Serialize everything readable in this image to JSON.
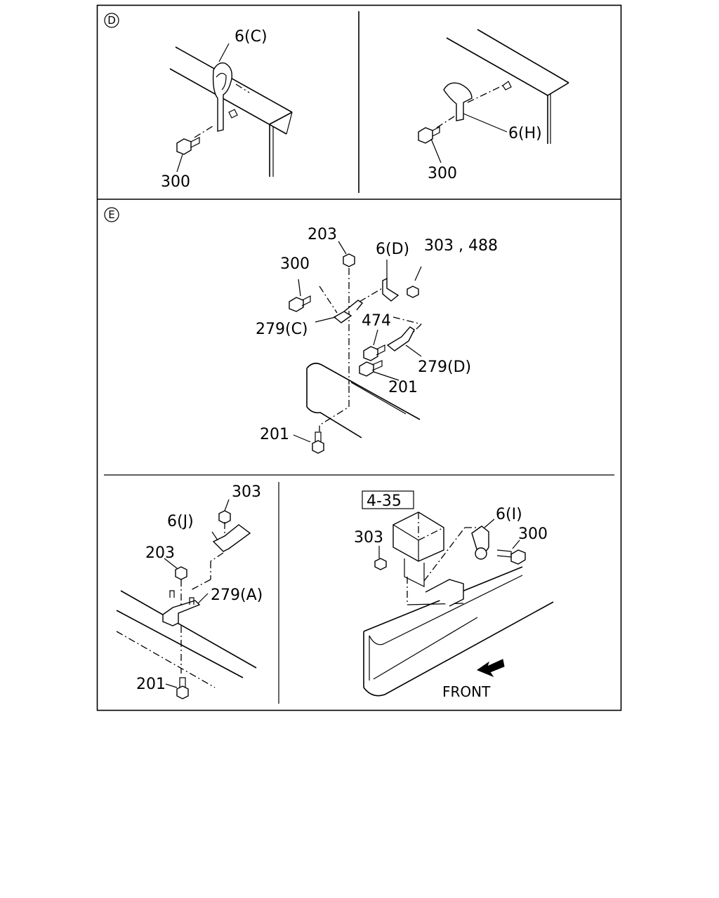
{
  "sections": {
    "d": {
      "marker": "D",
      "labels": {
        "bracket_c": "6(C)",
        "bolt_left": "300",
        "bracket_h": "6(H)",
        "bolt_right": "300"
      }
    },
    "e": {
      "marker": "E",
      "top_labels": {
        "nut": "203",
        "bracket_d": "6(D)",
        "nut_pair": "303 , 488",
        "bolt": "300",
        "clip_c": "279(C)",
        "bolt_474": "474",
        "clip_d": "279(D)",
        "bolt_201a": "201",
        "bolt_201b": "201"
      },
      "left_labels": {
        "nut_303": "303",
        "bracket_j": "6(J)",
        "nut_203": "203",
        "clip_a": "279(A)",
        "bolt_201": "201"
      },
      "right_labels": {
        "ref_box": "4-35",
        "nut_303": "303",
        "bracket_i": "6(I)",
        "bolt_300": "300",
        "front": "FRONT"
      }
    }
  }
}
